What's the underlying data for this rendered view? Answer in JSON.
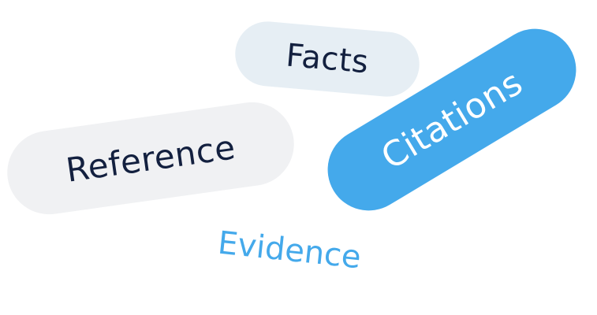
{
  "tags": {
    "facts": "Facts",
    "reference": "Reference",
    "citations": "Citations",
    "evidence": "Evidence"
  },
  "colors": {
    "dark_text": "#13203f",
    "accent_blue": "#44a9eb",
    "facts_pill_bg": "#e6eef4",
    "reference_pill_bg": "#f0f1f3",
    "background": "#ffffff"
  }
}
